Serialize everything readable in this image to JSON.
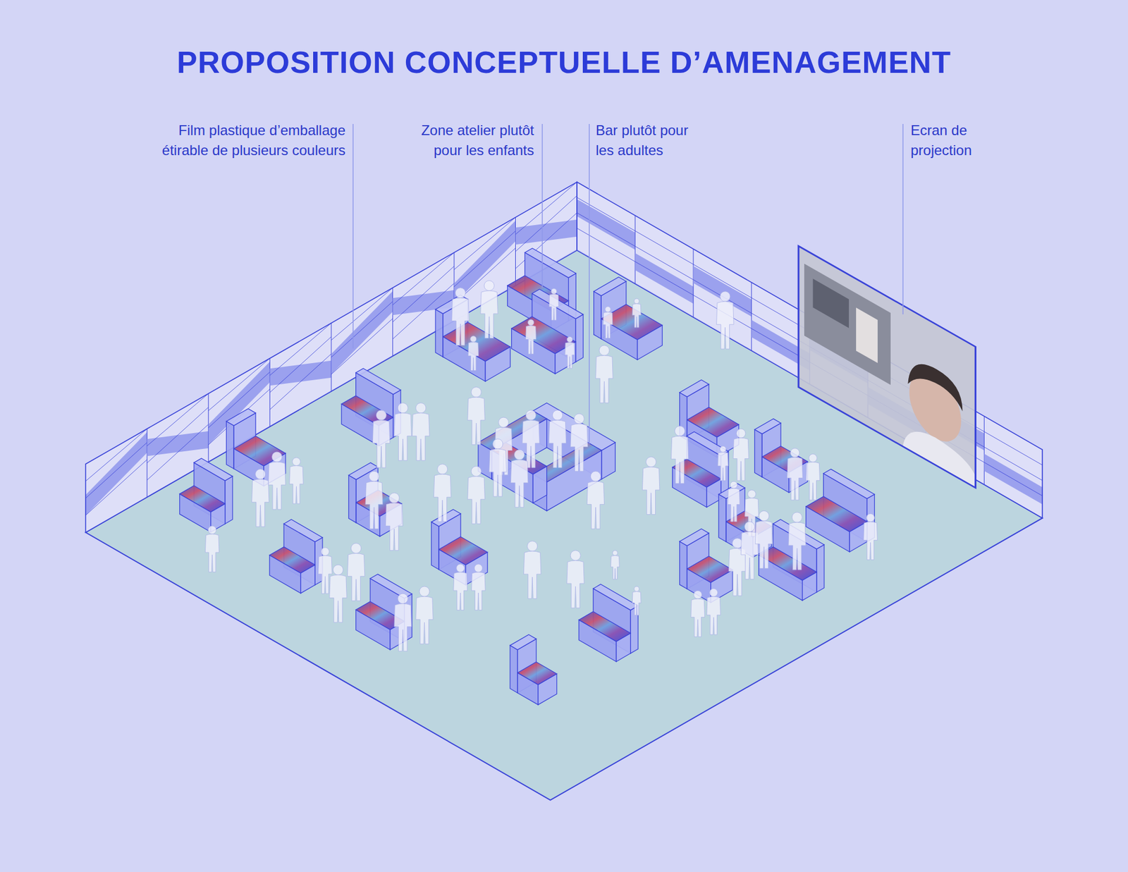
{
  "diagram": {
    "title": "PROPOSITION CONCEPTUELLE D’AMENAGEMENT",
    "labels": [
      "Film plastique d’emballage étirable de plusieurs couleurs",
      "Zone atelier plutôt pour les enfants",
      "Bar plutôt pour les adultes",
      "Ecran de projection"
    ]
  }
}
